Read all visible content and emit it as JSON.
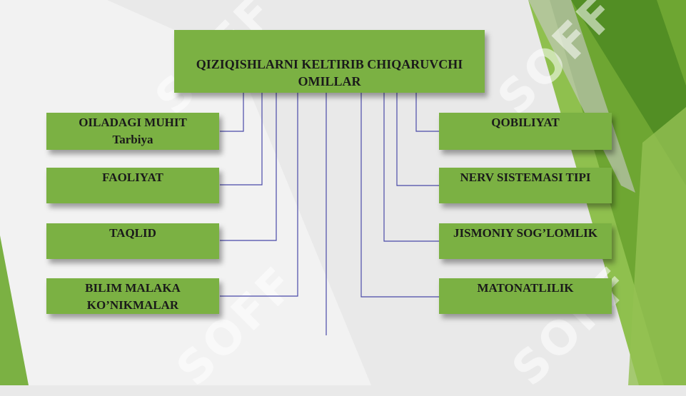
{
  "title": {
    "line1": "QIZIQISHLARNI KELTIRIB CHIQARUVCHI",
    "line2": "OMILLAR"
  },
  "left_boxes": [
    {
      "line1": "OILADAGI MUHIT",
      "line2": "Tarbiya"
    },
    {
      "line1": "FAOLIYAT",
      "line2": ""
    },
    {
      "line1": "TAQLID",
      "line2": ""
    },
    {
      "line1": "BILIM MALAKA",
      "line2": "KO’NIKMALAR"
    }
  ],
  "right_boxes": [
    {
      "line1": "QOBILIYAT"
    },
    {
      "line1": "NERV SISTEMASI TIPI"
    },
    {
      "line1": "JISMONIY SOG’LOMLIK"
    },
    {
      "line1": "MATONATLILIK"
    }
  ],
  "watermark": "SOFF",
  "colors": {
    "box": "#7bb143",
    "line": "#4a4aa8",
    "background": "#e9e9e9",
    "accent_green": "#5e9a2c"
  }
}
